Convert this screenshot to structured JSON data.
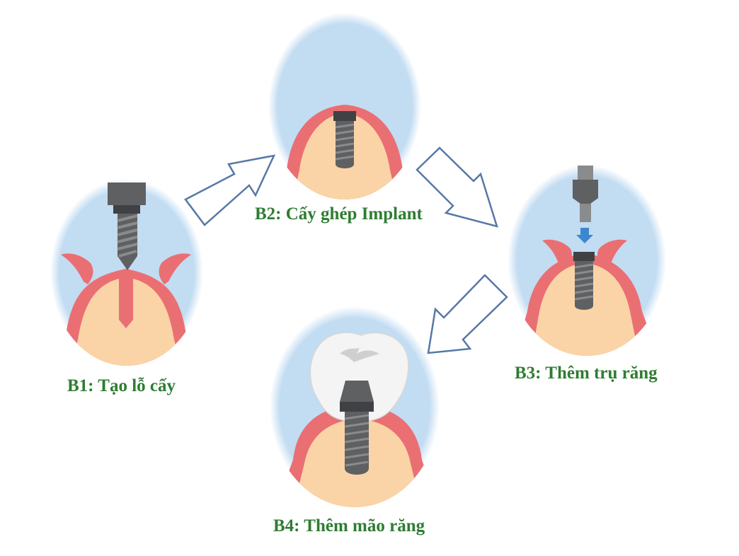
{
  "steps": [
    {
      "id": "b1",
      "label": "B1: Tạo lỗ cấy"
    },
    {
      "id": "b2",
      "label": "B2: Cấy ghép Implant"
    },
    {
      "id": "b3",
      "label": "B3: Thêm trụ răng"
    },
    {
      "id": "b4",
      "label": "B4: Thêm mão răng"
    }
  ],
  "colors": {
    "label": "#2e7d32",
    "ellipse_fill": "#c2dcf2",
    "gum": "#ea6f73",
    "gum_dark": "#d9585c",
    "bone": "#fad4a6",
    "metal": "#5f6062",
    "metal_dark": "#404144",
    "metal_light": "#8a8b8d",
    "crown": "#f4f4f4",
    "crown_shadow": "#cfcfcf",
    "arrow_stroke": "#5678a6",
    "arrow_fill": "#ffffff",
    "blue_arrow": "#3f86d0"
  },
  "arrows": [
    {
      "from": "b1",
      "to": "b2"
    },
    {
      "from": "b2",
      "to": "b3"
    },
    {
      "from": "b3",
      "to": "b4"
    }
  ]
}
